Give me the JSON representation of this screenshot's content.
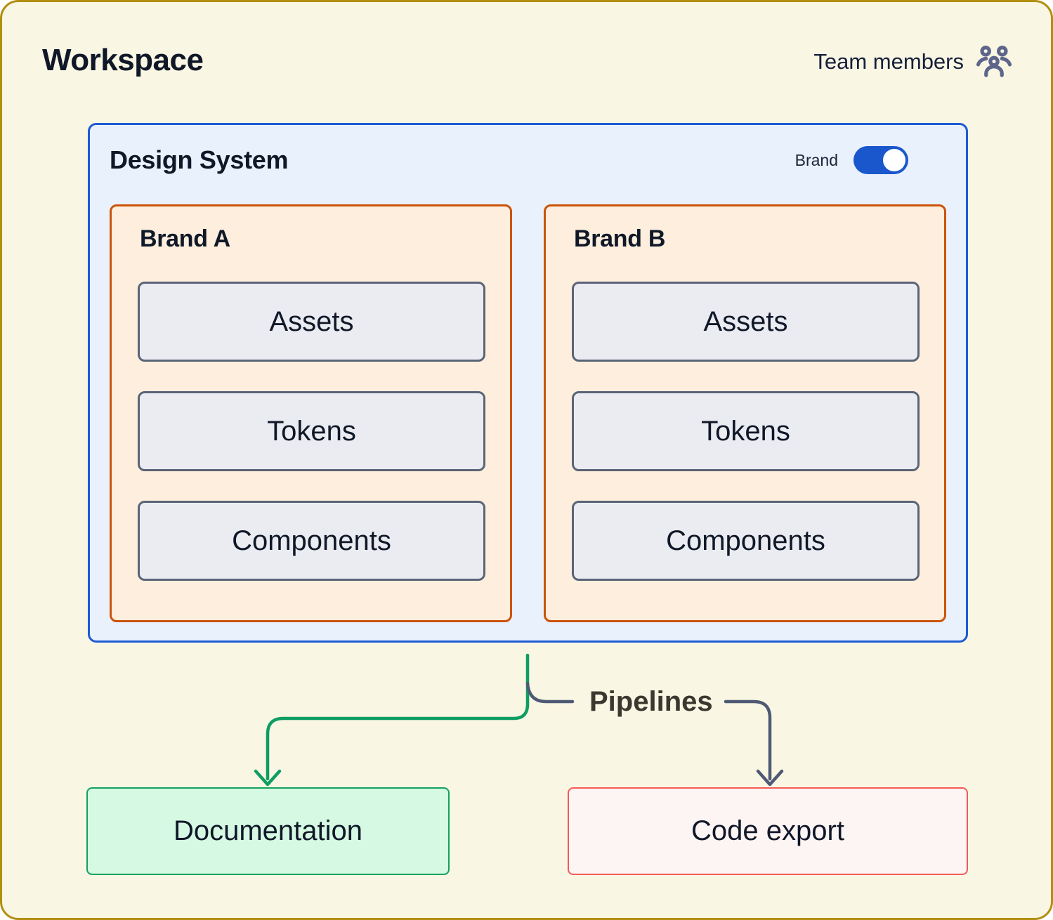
{
  "colors": {
    "canvas-bg": "#faf6e4",
    "canvas-border": "#b18f10",
    "ink": "#101828",
    "ds-bg": "#e9f1fc",
    "ds-border": "#1d5bd3",
    "brand-bg": "#fdeedd",
    "brand-border": "#cc530b",
    "node-bg": "#eaecf2",
    "node-border": "#5b6477",
    "toggle-on": "#1b57cc",
    "doc-bg": "#d6f9e3",
    "doc-border": "#12a35e",
    "code-bg": "#fdf4f4",
    "code-border": "#f15b55",
    "green-line": "#0e9d62",
    "slate-line": "#4e5a74",
    "pipelines-text": "#3a382f",
    "icon-slate": "#5d668a"
  },
  "header": {
    "title": "Workspace",
    "team_members_label": "Team members",
    "team_icon": "users-group-icon"
  },
  "design_system": {
    "title": "Design System",
    "toggle": {
      "label": "Brand",
      "state": "on"
    },
    "brands": [
      {
        "title": "Brand A",
        "items": [
          "Assets",
          "Tokens",
          "Components"
        ]
      },
      {
        "title": "Brand B",
        "items": [
          "Assets",
          "Tokens",
          "Components"
        ]
      }
    ]
  },
  "pipelines": {
    "label": "Pipelines"
  },
  "outputs": [
    {
      "label": "Documentation"
    },
    {
      "label": "Code export"
    }
  ]
}
